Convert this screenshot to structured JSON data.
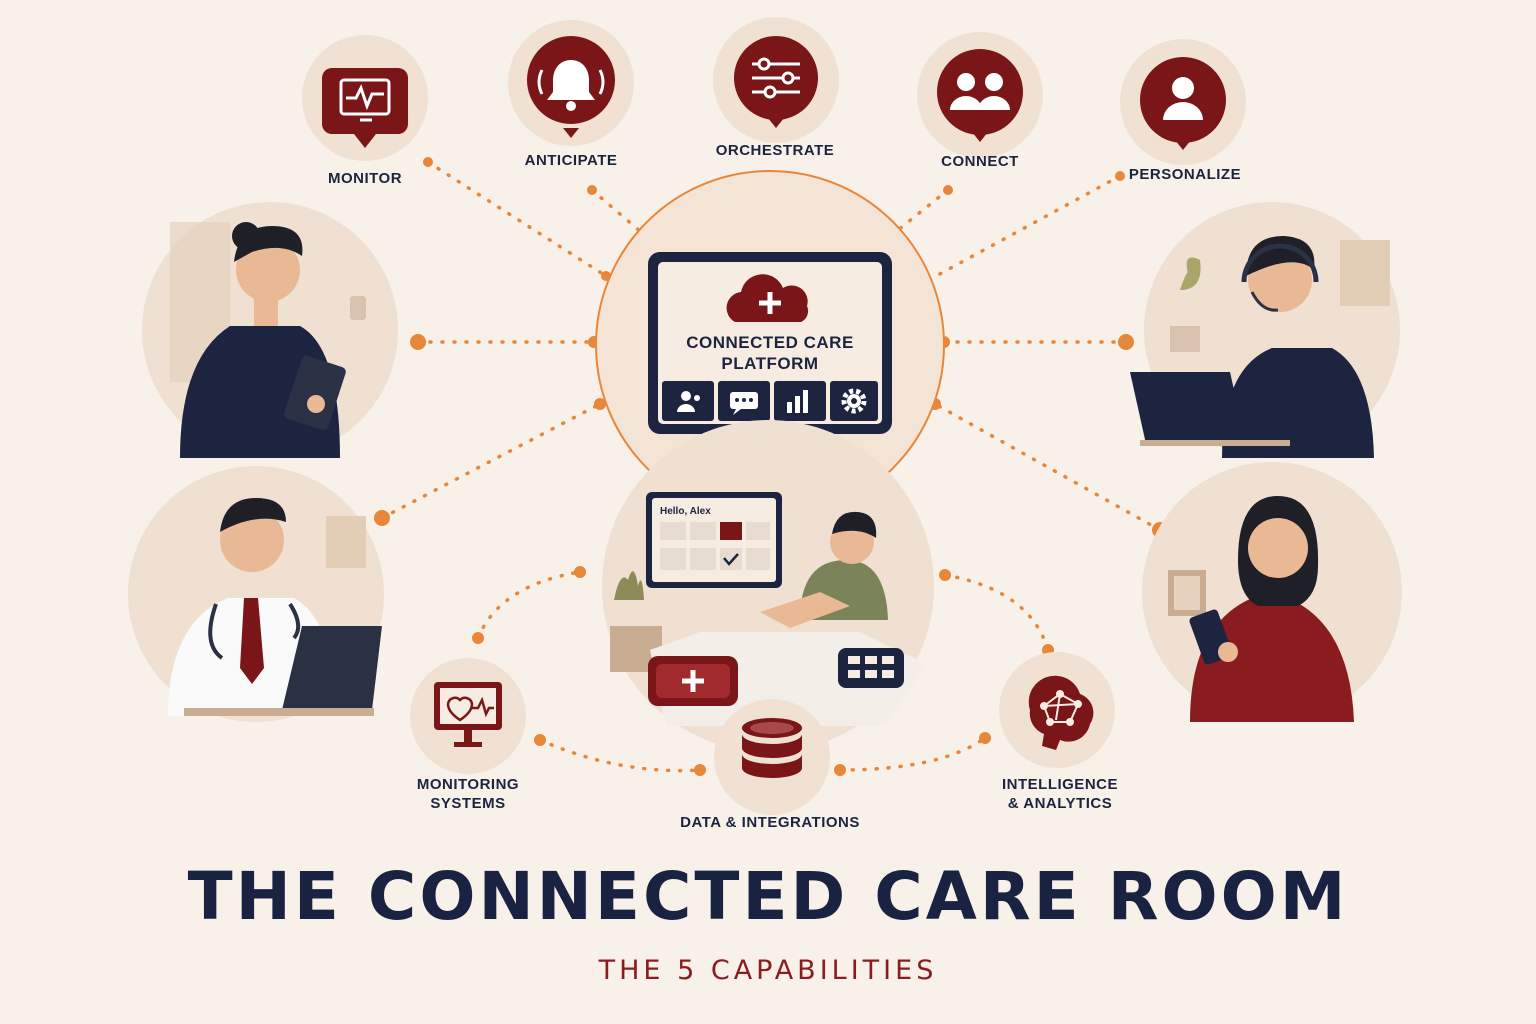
{
  "capabilities": [
    {
      "label": "MONITOR",
      "icon": "monitor-heartbeat-icon"
    },
    {
      "label": "ANTICIPATE",
      "icon": "bell-alert-icon"
    },
    {
      "label": "ORCHESTRATE",
      "icon": "sliders-icon"
    },
    {
      "label": "CONNECT",
      "icon": "people-icon"
    },
    {
      "label": "PERSONALIZE",
      "icon": "person-icon"
    }
  ],
  "platform": {
    "title_line1": "CONNECTED CARE",
    "title_line2": "PLATFORM",
    "logo_icon": "cloud-cross-icon",
    "tabs": [
      "people-icon",
      "chat-icon",
      "bar-chart-icon",
      "gear-icon"
    ]
  },
  "patient_screen": {
    "greeting": "Hello, Alex"
  },
  "foundations": [
    {
      "line1": "MONITORING",
      "line2": "SYSTEMS",
      "icon": "heart-monitor-icon"
    },
    {
      "line1": "DATA & INTEGRATIONS",
      "line2": "",
      "icon": "database-icon"
    },
    {
      "line1": "INTELLIGENCE",
      "line2": "& ANALYTICS",
      "icon": "brain-network-icon"
    }
  ],
  "people": [
    "nurse-with-tablet",
    "doctor-with-laptop",
    "care-coordinator-with-headset",
    "family-member-with-phone"
  ],
  "title": "THE CONNECTED CARE ROOM",
  "subtitle": "THE 5 CAPABILITIES",
  "colors": {
    "background": "#f8f1e9",
    "accent": "#7a1518",
    "connector": "#e8863a",
    "navy": "#1c2440",
    "circle": "#f1e1d3"
  }
}
